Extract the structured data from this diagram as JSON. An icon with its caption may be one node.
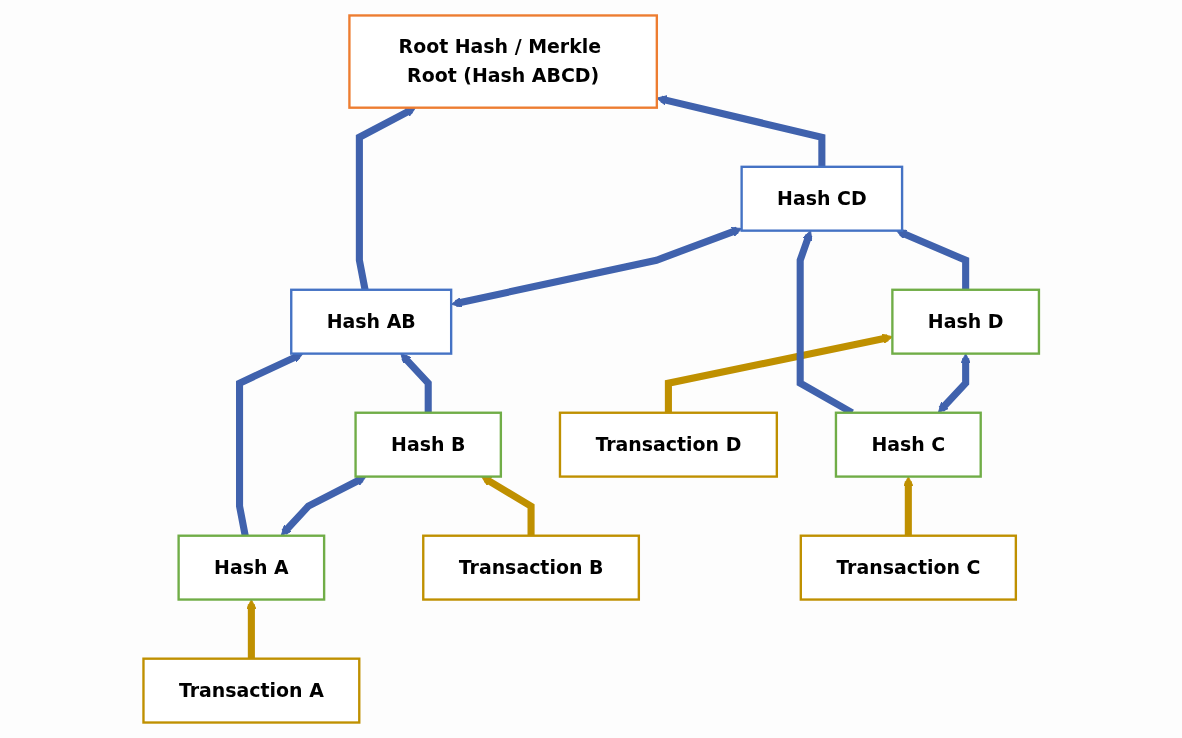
{
  "diagram": {
    "nodes": [
      {
        "text": [
          "Root Hash / Merkle Root (Hash ABCD)"
        ]
      },
      {
        "text": [
          "Hash AB"
        ]
      },
      {
        "text": [
          "Hash CD"
        ]
      },
      {
        "text": [
          "Hash A"
        ]
      },
      {
        "text": [
          "Hash B"
        ]
      },
      {
        "text": [
          "Hash C"
        ]
      },
      {
        "text": [
          "Hash D"
        ]
      },
      {
        "text": [
          "Transaction A"
        ]
      },
      {
        "text": [
          "Transaction B"
        ]
      },
      {
        "text": [
          "Transaction C"
        ]
      },
      {
        "text": [
          "Transaction D"
        ]
      }
    ],
    "edges": [
      {
        "from": 7,
        "to": 3,
        "arrow": "to",
        "color": "#bf9000"
      },
      {
        "from": 8,
        "to": 4,
        "arrow": "to",
        "color": "#bf9000"
      },
      {
        "from": 9,
        "to": 5,
        "arrow": "to",
        "color": "#bf9000"
      },
      {
        "from": 10,
        "to": 6,
        "arrow": "to",
        "color": "#bf9000"
      },
      {
        "from": 3,
        "to": 4,
        "arrow": "both"
      },
      {
        "from": 3,
        "to": 1,
        "arrow": "to"
      },
      {
        "from": 4,
        "to": 1,
        "arrow": "to"
      },
      {
        "from": 5,
        "to": 6,
        "arrow": "both"
      },
      {
        "from": 5,
        "to": 2,
        "arrow": "to"
      },
      {
        "from": 6,
        "to": 2,
        "arrow": "to"
      },
      {
        "from": 1,
        "to": 2,
        "arrow": "both"
      },
      {
        "from": 1,
        "to": 0,
        "arrow": "to"
      },
      {
        "from": 2,
        "to": 0,
        "arrow": "to"
      }
    ]
  }
}
